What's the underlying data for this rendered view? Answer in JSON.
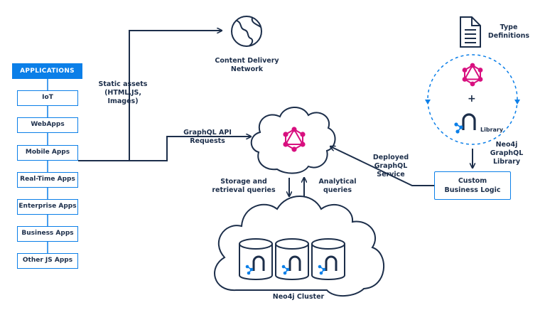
{
  "applications": {
    "header": "APPLICATIONS",
    "items": [
      "IoT",
      "WebApps",
      "Mobile Apps",
      "Real-Time Apps",
      "Enterprise Apps",
      "Business Apps",
      "Other JS Apps"
    ]
  },
  "labels": {
    "static_assets": "Static assets\n(HTML,JS,\nImages)",
    "cdn": "Content Delivery\nNetwork",
    "graphql_requests": "GraphQL API\nRequests",
    "storage_queries": "Storage and\nretrieval queries",
    "analytical_queries": "Analytical\nqueries",
    "deployed_service": "Deployed\nGraphQL\nService",
    "type_definitions": "Type\nDefinitions",
    "library_badge": "Library",
    "plus": "+",
    "neo4j_graphql_library": "Neo4j\nGraphQL\nLibrary",
    "custom_logic": "Custom\nBusiness Logic",
    "cluster": "Neo4j Cluster"
  },
  "colors": {
    "navy": "#1c2e4a",
    "blue": "#0b7fe8",
    "magenta": "#d8107f"
  },
  "icons": [
    "globe-icon",
    "document-icon",
    "graphql-icon",
    "neo4j-icon",
    "database-icon",
    "cloud-icon"
  ]
}
